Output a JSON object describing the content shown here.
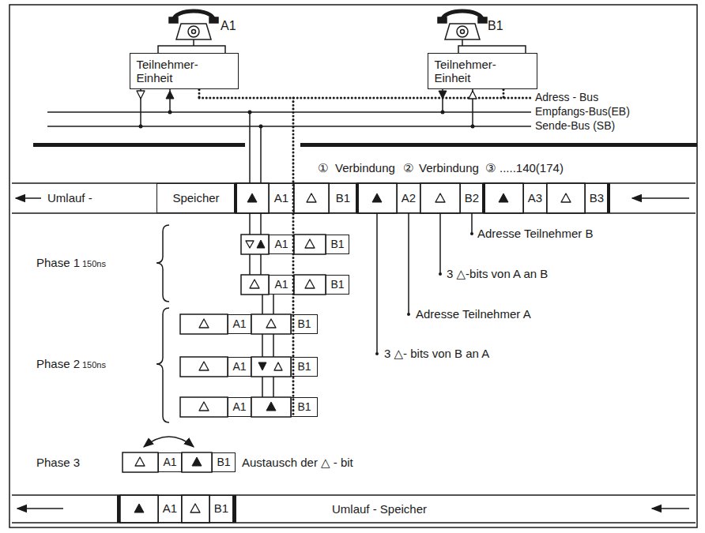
{
  "diagram": {
    "nodes": [
      {
        "text": [
          "Teilnehmer- Einheit"
        ]
      },
      {
        "text": [
          "Teilnehmer- Einheit"
        ]
      },
      {
        "text": [
          "Speicher"
        ]
      },
      {
        "text": [
          "A1"
        ]
      },
      {
        "text": [
          "B1"
        ]
      },
      {
        "text": [
          "A2"
        ]
      },
      {
        "text": [
          "B2"
        ]
      },
      {
        "text": [
          "A3"
        ]
      },
      {
        "text": [
          "B3"
        ]
      },
      {
        "text": [
          "A1"
        ]
      },
      {
        "text": [
          "B1"
        ]
      },
      {
        "text": [
          "A1"
        ]
      },
      {
        "text": [
          "B1"
        ]
      },
      {
        "text": [
          "A1"
        ]
      },
      {
        "text": [
          "B1"
        ]
      },
      {
        "text": [
          "A1"
        ]
      },
      {
        "text": [
          "B1"
        ]
      },
      {
        "text": [
          "A1"
        ]
      },
      {
        "text": [
          "B1"
        ]
      },
      {
        "text": [
          "A1"
        ]
      },
      {
        "text": [
          "B1"
        ]
      },
      {
        "text": [
          "A1"
        ]
      },
      {
        "text": [
          "B1"
        ]
      }
    ],
    "labels": [
      "A1",
      "B1",
      "Adress - Bus",
      "Empfangs-Bus(EB)",
      "Sende-Bus (SB)",
      "①",
      "Verbindung",
      "②",
      "Verbindung",
      "③",
      ".....140(174)",
      "Umlauf -",
      "Adresse Teilnehmer B",
      "Phase 1",
      "150ns",
      "3 △-bits von A an B",
      "Adresse Teilnehmer A",
      "3 △- bits von B an A",
      "Phase 2",
      "150ns",
      "Phase 3",
      "Austausch der △ - bit",
      "Umlauf - Speicher"
    ]
  }
}
